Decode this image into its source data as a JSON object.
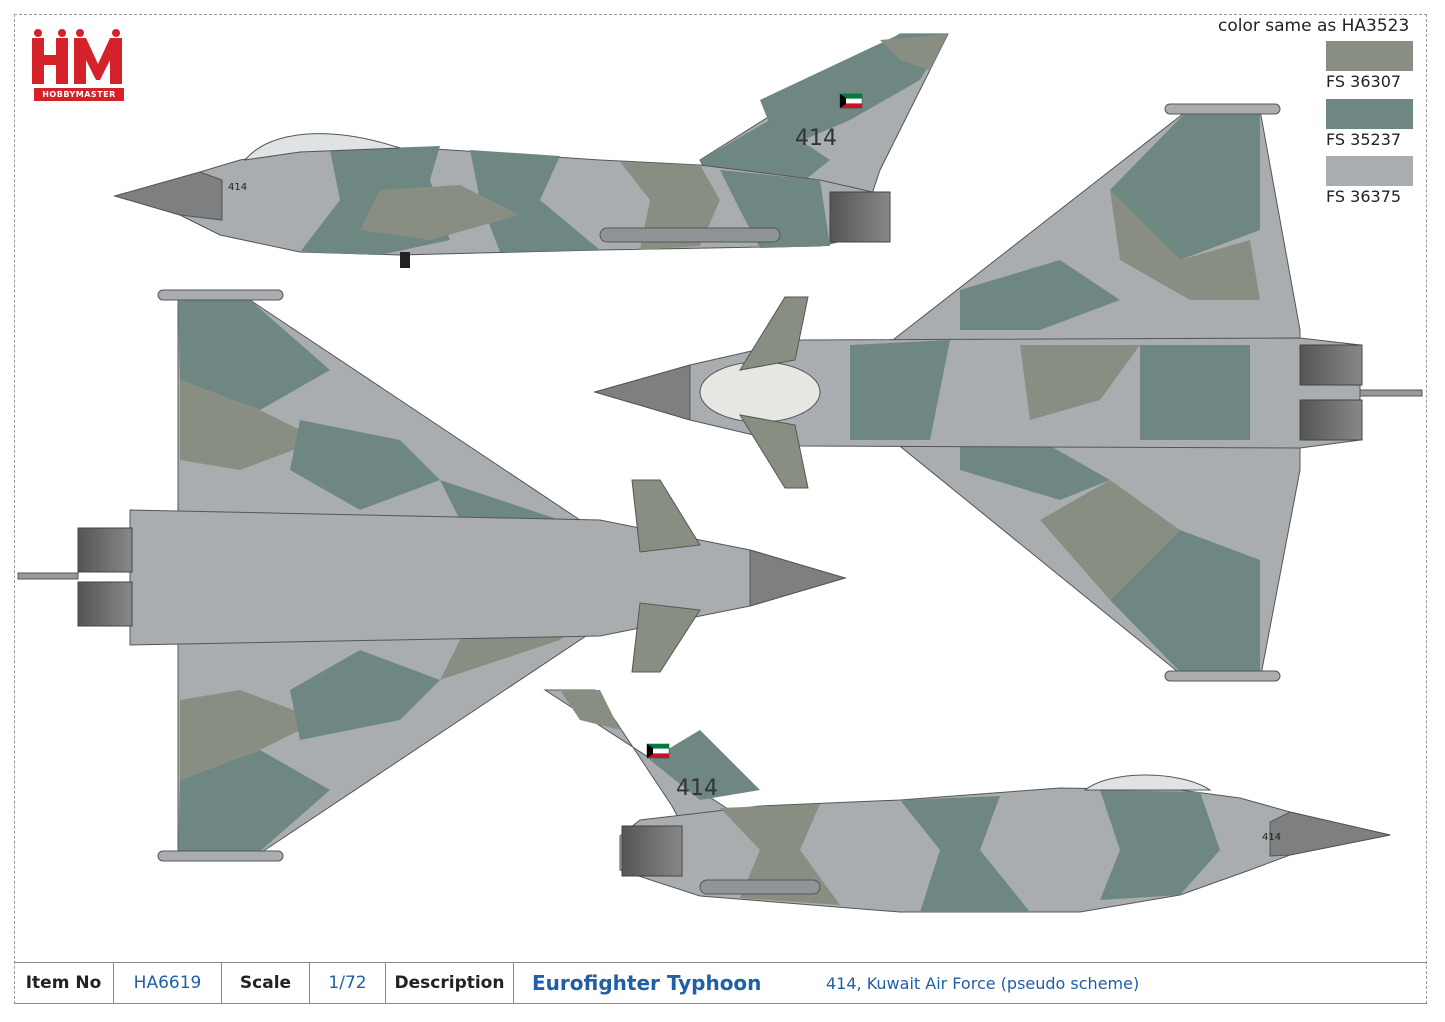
{
  "logo": {
    "mark": "HM",
    "subtitle": "HOBBYMASTER"
  },
  "colors": {
    "note": "color same as HA3523",
    "swatches": [
      {
        "label": "FS 36307",
        "hex": "#888f82"
      },
      {
        "label": "FS 35237",
        "hex": "#6f8782"
      },
      {
        "label": "FS 36375",
        "hex": "#a9adb0"
      }
    ],
    "light_grey": "#a9adb0",
    "dark_green": "#6f8782",
    "olive": "#888f82",
    "nose": "#7d7f80",
    "brand_red": "#d4212a",
    "text_blue": "#1f5fa6"
  },
  "aircraft": {
    "serial": "414"
  },
  "info": {
    "item_no_label": "Item No",
    "item_no": "HA6619",
    "scale_label": "Scale",
    "scale": "1/72",
    "description_label": "Description",
    "title": "Eurofighter Typhoon",
    "subtitle": "414, Kuwait Air Force (pseudo scheme)"
  }
}
